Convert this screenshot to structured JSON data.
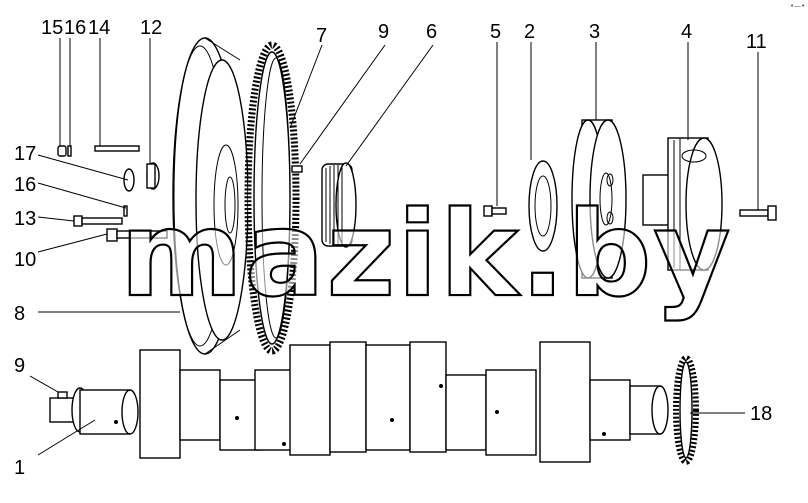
{
  "watermark": "mazik.by",
  "callouts": {
    "c1": "1",
    "c2": "2",
    "c3": "3",
    "c4": "4",
    "c5": "5",
    "c6": "6",
    "c7": "7",
    "c8": "8",
    "c9a": "9",
    "c9b": "9",
    "c10": "10",
    "c11": "11",
    "c12": "12",
    "c13": "13",
    "c14": "14",
    "c15": "15",
    "c16a": "16",
    "c16b": "16",
    "c17": "17",
    "c18": "18"
  },
  "corner_mark": "•—•"
}
